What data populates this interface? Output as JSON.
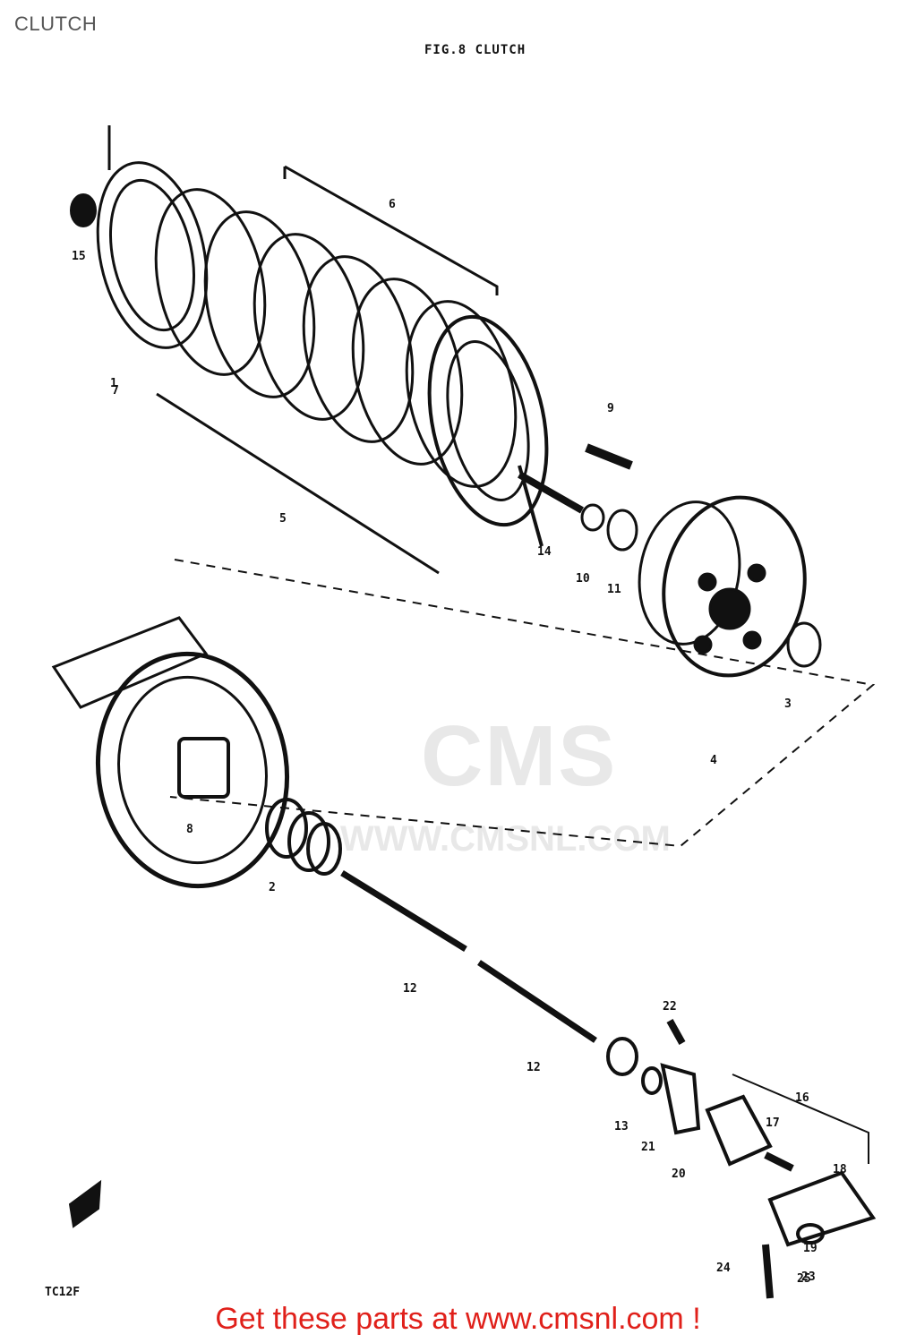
{
  "header": {
    "title": "CLUTCH"
  },
  "figure": {
    "title": "FIG.8 CLUTCH",
    "code": "TC12F"
  },
  "watermark": {
    "logo_text": "CMS",
    "url_text": "WWW.CMSNL.COM"
  },
  "footer": {
    "text": "Get these parts at www.cmsnl.com !"
  },
  "callouts": [
    "1",
    "2",
    "3",
    "4",
    "5",
    "6",
    "7",
    "8",
    "9",
    "10",
    "11",
    "12",
    "12",
    "13",
    "14",
    "15",
    "16",
    "17",
    "18",
    "19",
    "20",
    "21",
    "22",
    "23",
    "24",
    "25"
  ]
}
